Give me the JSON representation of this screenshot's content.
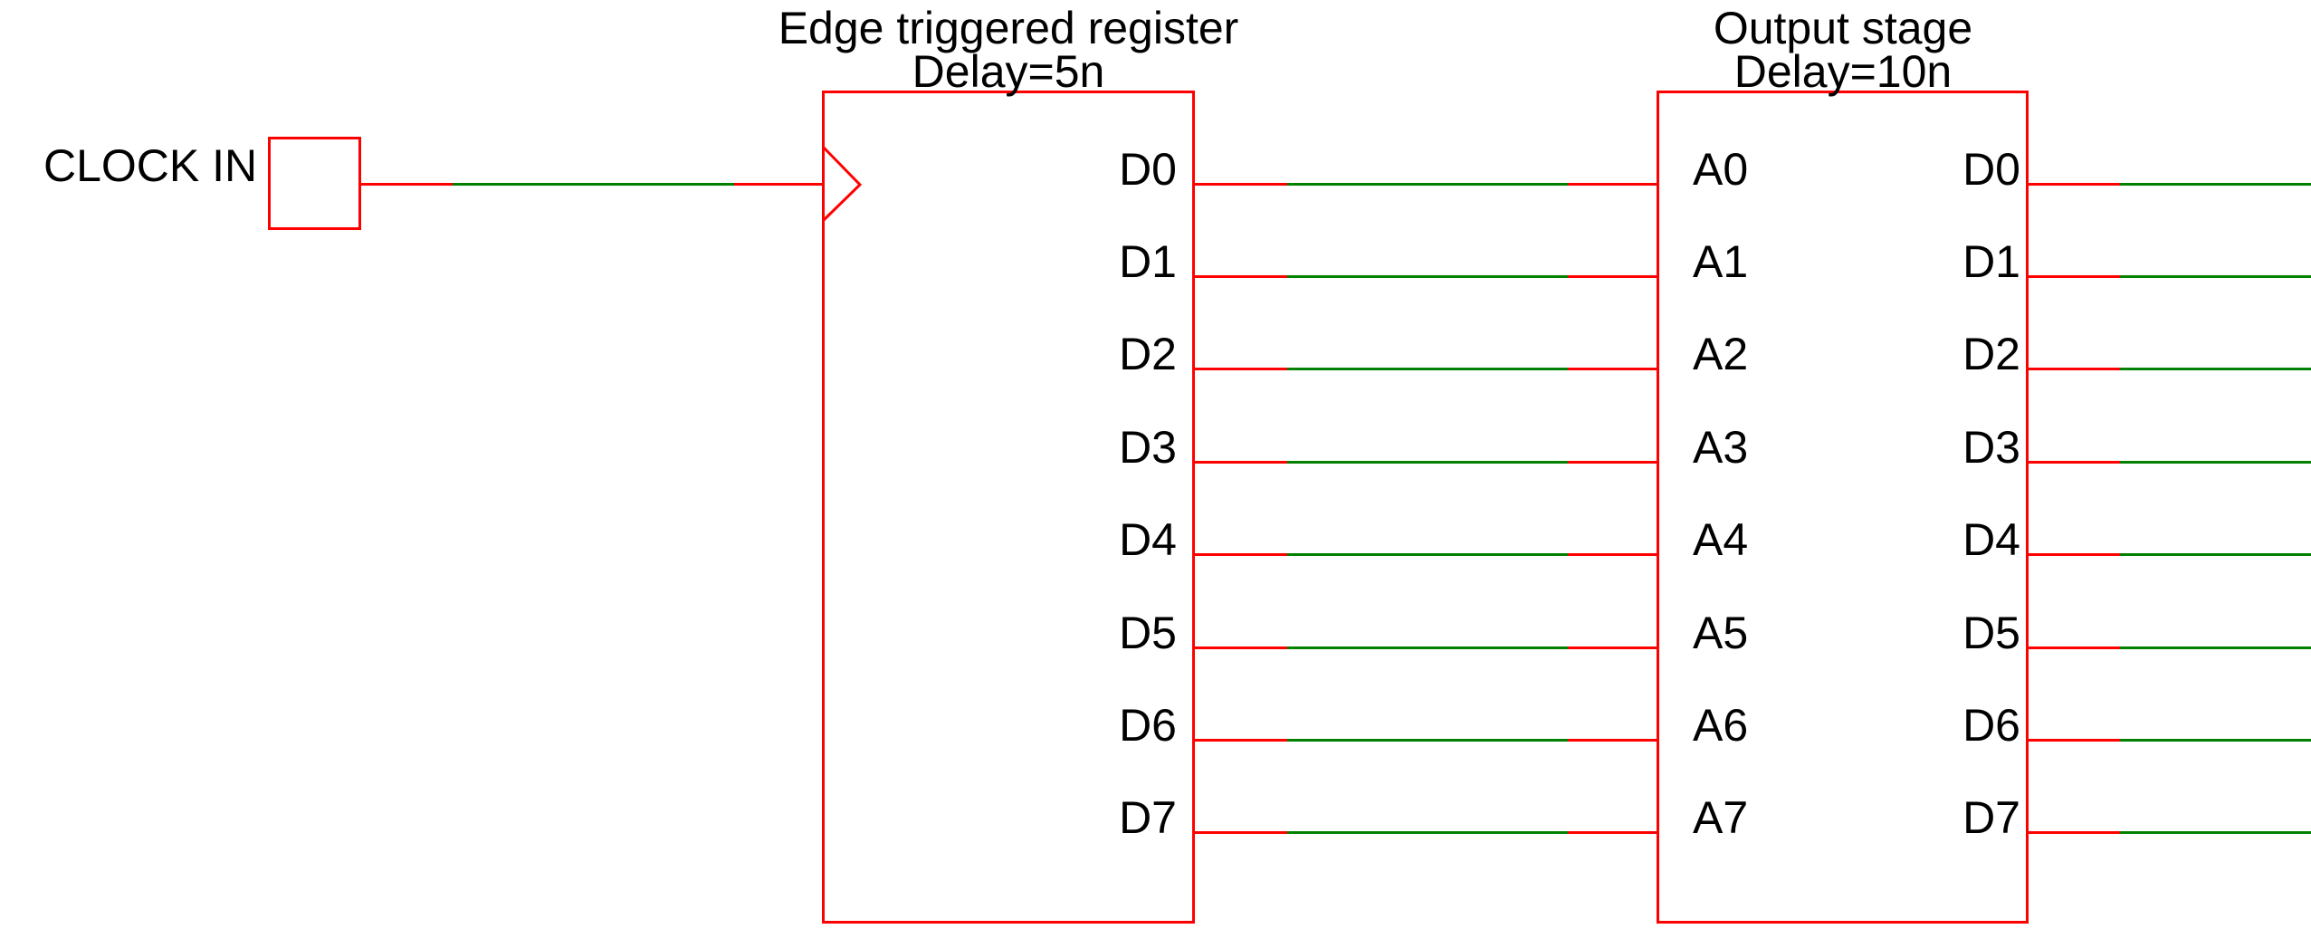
{
  "colors": {
    "component_red": "#FF0000",
    "wire_green": "#008000",
    "text_black": "#000000",
    "background": "#FFFFFF"
  },
  "clock_input": {
    "label": "CLOCK IN"
  },
  "register": {
    "title_line1": "Edge triggered register",
    "title_line2": "Delay=5n",
    "pins_out": [
      "D0",
      "D1",
      "D2",
      "D3",
      "D4",
      "D5",
      "D6",
      "D7"
    ]
  },
  "output_stage": {
    "title_line1": "Output stage",
    "title_line2": "Delay=10n",
    "pins_in": [
      "A0",
      "A1",
      "A2",
      "A3",
      "A4",
      "A5",
      "A6",
      "A7"
    ],
    "pins_out": [
      "D0",
      "D1",
      "D2",
      "D3",
      "D4",
      "D5",
      "D6",
      "D7"
    ]
  }
}
